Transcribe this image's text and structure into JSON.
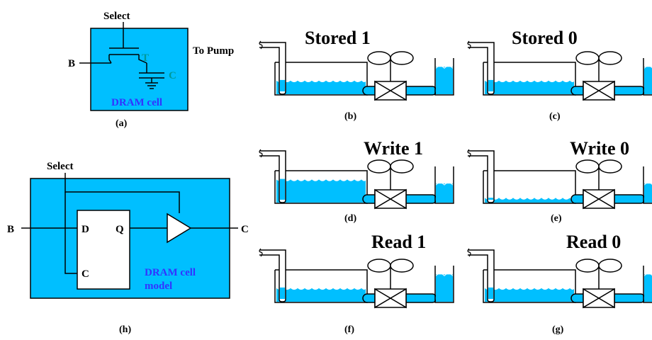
{
  "colors": {
    "water": "#00bfff",
    "cell_fill": "#00bfff",
    "ink": "#000000",
    "cell_text": "#3333ff",
    "transistor_text": "#009999"
  },
  "panel_a": {
    "select": "Select",
    "b": "B",
    "t": "T",
    "c": "C",
    "cell": "DRAM cell",
    "caption": "(a)"
  },
  "panel_h": {
    "select": "Select",
    "b": "B",
    "d": "D",
    "q": "Q",
    "c_in": "C",
    "c_out": "C",
    "cell_line1": "DRAM cell",
    "cell_line2": "model",
    "caption": "(h)"
  },
  "pump_label": "To Pump",
  "states": {
    "b": {
      "title": "Stored 1",
      "caption": "(b)",
      "tank": 0.45,
      "cup": 0.8
    },
    "c": {
      "title": "Stored 0",
      "caption": "(c)",
      "tank": 0.45,
      "cup": 0.8
    },
    "d": {
      "title": "Write 1",
      "caption": "(d)",
      "tank": 0.8,
      "cup": 0.55
    },
    "e": {
      "title": "Write 0",
      "caption": "(e)",
      "tank": 0.1,
      "cup": 0.55
    },
    "f": {
      "title": "Read 1",
      "caption": "(f)",
      "tank": 0.45,
      "cup": 0.8
    },
    "g": {
      "title": "Read 0",
      "caption": "(g)",
      "tank": 0.45,
      "cup": 0.8
    }
  }
}
